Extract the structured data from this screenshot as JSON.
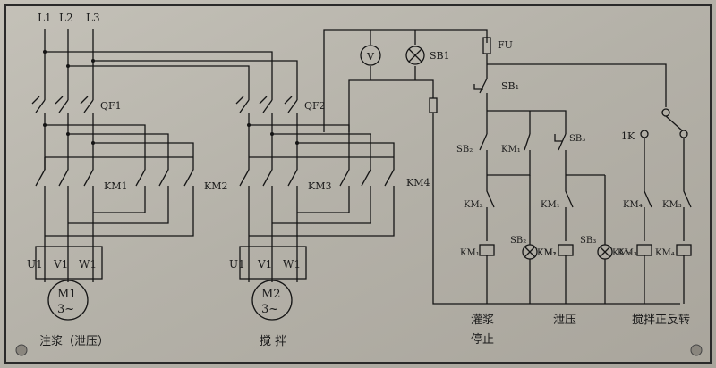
{
  "phases": [
    "L1",
    "L2",
    "L3"
  ],
  "breakers": {
    "qf1": "QF1",
    "qf2": "QF2"
  },
  "contactors": {
    "km1": "KM1",
    "km2": "KM2",
    "km3": "KM3",
    "km4": "KM4"
  },
  "motor1": {
    "label": "M1",
    "phase": "3~",
    "terminals": [
      "U1",
      "V1",
      "W1"
    ],
    "caption": "注浆（泄压）"
  },
  "motor2": {
    "label": "M2",
    "phase": "3~",
    "terminals": [
      "U1",
      "V1",
      "W1"
    ],
    "caption": "搅 拌"
  },
  "control": {
    "voltmeter": "V",
    "lamp": "SB1",
    "fuse": "FU",
    "stop_button": "SB₁",
    "sb2": "SB₂",
    "sb3": "SB₃",
    "switch_1k": "1K",
    "km1": "KM₁",
    "km2": "KM₂",
    "km3": "KM₃",
    "km4": "KM₄",
    "lamp_sb2": "SB₂",
    "lamp_sb3": "SB₃",
    "captions": {
      "grout": "灌浆",
      "stop": "停止",
      "relief": "泄压",
      "mix": "搅拌正反转"
    }
  }
}
